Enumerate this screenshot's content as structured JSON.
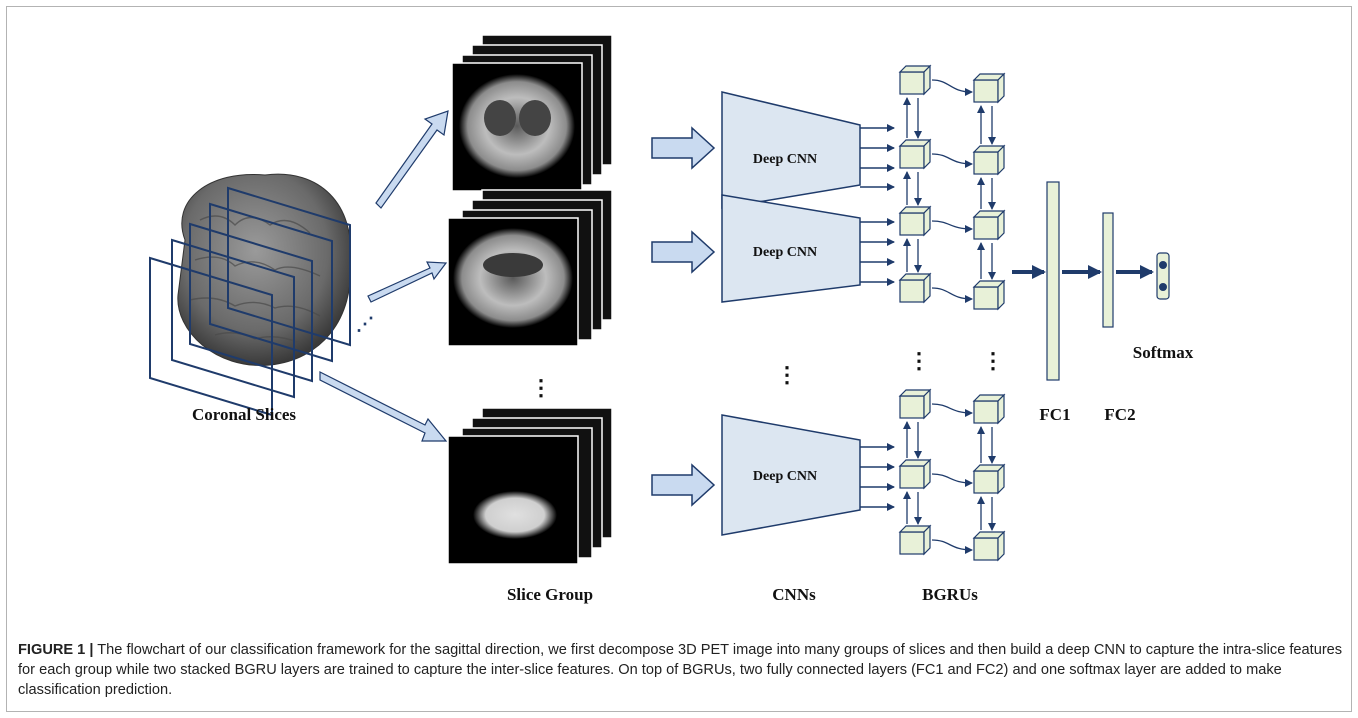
{
  "figure": {
    "labels": {
      "coronal_slices": "Coronal Slices",
      "slice_group": "Slice Group",
      "cnns": "CNNs",
      "bgrus": "BGRUs",
      "fc1": "FC1",
      "fc2": "FC2",
      "softmax": "Softmax"
    },
    "cnn_blocks": [
      "Deep CNN",
      "Deep CNN",
      "Deep CNN"
    ],
    "colors": {
      "block_fill": "#dce6f1",
      "stroke": "#1f3b6b",
      "cell_fill": "#e8f1d8",
      "arrow_fill": "#c9daf0"
    }
  },
  "caption": {
    "label": "FIGURE 1 |",
    "text": " The flowchart of our classification framework for the sagittal direction, we first decompose 3D PET image into many groups of slices and then build a deep CNN to capture the intra-slice features for each group while two stacked BGRU layers are trained to capture the inter-slice features. On top of BGRUs, two fully connected layers (FC1 and FC2) and one softmax layer are added to make classification prediction."
  }
}
